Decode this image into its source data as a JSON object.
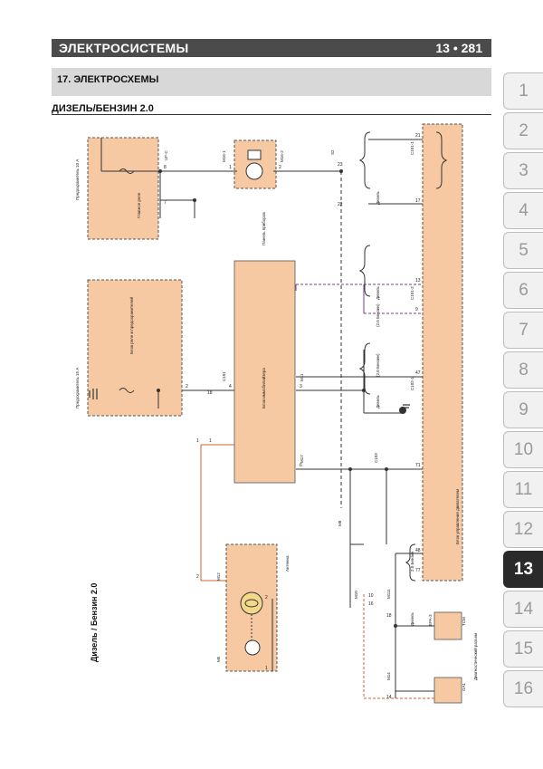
{
  "header": {
    "title": "ЭЛЕКТРОСИСТЕМЫ",
    "page": "13 • 281"
  },
  "section": {
    "title": "17. ЭЛЕКТРОСХЕМЫ"
  },
  "diagram_title": "ДИЗЕЛЬ/БЕНЗИН 2.0",
  "diagram": {
    "rotated_title": "Дизель / Бензин 2.0",
    "connector_codes": [
      "UF-C",
      "M16-1",
      "M16-2",
      "C101",
      "M11",
      "M17",
      "M8",
      "M10",
      "M11",
      "S2",
      "M111",
      "M112",
      "C101-1",
      "C101-2",
      "C102-1",
      "C201",
      "M201",
      "M202",
      "C103",
      "C104",
      "TCM",
      "EPA-3",
      "GA1",
      "M14",
      "M5",
      "M12"
    ],
    "pin_numbers": [
      "8",
      "7",
      "1",
      "2",
      "4",
      "3",
      "23",
      "22",
      "21",
      "17",
      "13",
      "9",
      "47",
      "71",
      "48",
      "18",
      "77",
      "10",
      "11",
      "6",
      "1",
      "2",
      "14",
      "16",
      "3"
    ],
    "block_labels": {
      "ecm": "Блок управления двигателем",
      "instrument": "Панель приборов",
      "fuse_box": "Блок реле и предохранителей",
      "immobilizer": "Блок иммобилайзера",
      "antenna": "Антенна",
      "diagnostic": "Диагностический разъем",
      "relay": "Главное реле"
    },
    "wire_labels": [
      "Дизель",
      "(2.0 Бензин)",
      "Дизель",
      "(2.0 Бензин)",
      "Дизель",
      "2.0 Бензин",
      "Дизель",
      "Дизель"
    ],
    "fuse_labels": [
      "Предохранитель 10 A",
      "Предохранитель 15 A"
    ]
  },
  "tabs": [
    {
      "label": "1",
      "active": false
    },
    {
      "label": "2",
      "active": false
    },
    {
      "label": "3",
      "active": false
    },
    {
      "label": "4",
      "active": false
    },
    {
      "label": "5",
      "active": false
    },
    {
      "label": "6",
      "active": false
    },
    {
      "label": "7",
      "active": false
    },
    {
      "label": "8",
      "active": false
    },
    {
      "label": "9",
      "active": false
    },
    {
      "label": "10",
      "active": false
    },
    {
      "label": "11",
      "active": false
    },
    {
      "label": "12",
      "active": false
    },
    {
      "label": "13",
      "active": true
    },
    {
      "label": "14",
      "active": false
    },
    {
      "label": "15",
      "active": false
    },
    {
      "label": "16",
      "active": false
    }
  ],
  "colors": {
    "block_fill": "#f6c9a3",
    "block_border": "#555555",
    "header_bg": "#4b4b4b",
    "subhead_bg": "#d8d8d8",
    "wire": "#333333",
    "wire_purple": "#7b3f8c",
    "wire_orange": "#d2622a",
    "tab_active": "#2a2a2a"
  }
}
